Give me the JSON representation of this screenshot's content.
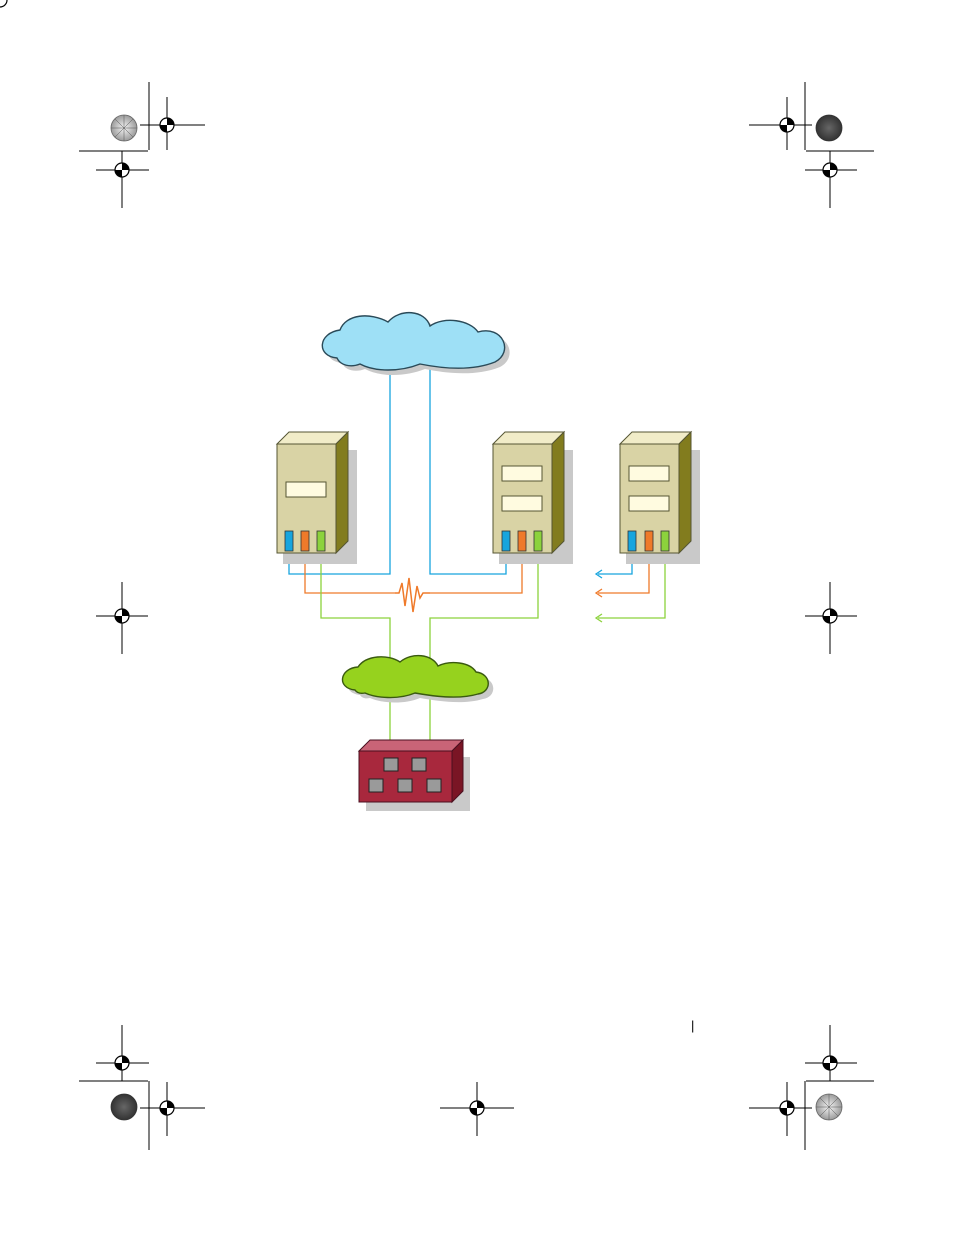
{
  "page": {
    "background": "#ffffff"
  },
  "colors": {
    "blue_cloud_fill": "#9ee0f6",
    "blue_cloud_stroke": "#2a4a58",
    "green_cloud_fill": "#96d21e",
    "green_cloud_stroke": "#3a5a10",
    "server_front": "#d9d3a5",
    "server_top": "#f1ecc8",
    "server_side": "#827c1e",
    "server_slot": "#fffbe0",
    "server_stroke": "#555533",
    "shadow": "#c9c9c9",
    "blue_link": "#17a5de",
    "orange_link": "#ef7a2a",
    "green_link": "#8cd23c",
    "storage_front": "#a8283d",
    "storage_top": "#c96477",
    "storage_side": "#7a1525",
    "storage_window": "#9a9a9a",
    "registration_mark": "#000000"
  },
  "icons": {
    "public_network": "cloud-icon",
    "private_network": "cloud-icon",
    "nodes": "server-tower-icon",
    "storage": "storage-enclosure-icon",
    "heartbeat": "heartbeat-zigzag-icon",
    "crop_marks": "registration-target-icon"
  },
  "diagram": {
    "servers": [
      {
        "id": "server-1",
        "slot_count": 1,
        "port_colors": [
          "blue",
          "orange",
          "green"
        ]
      },
      {
        "id": "server-2",
        "slot_count": 2,
        "port_colors": [
          "blue",
          "orange",
          "green"
        ]
      },
      {
        "id": "server-3",
        "slot_count": 2,
        "port_colors": [
          "blue",
          "orange",
          "green"
        ]
      }
    ],
    "storage": {
      "windows": 5
    }
  },
  "page_marker": "|"
}
